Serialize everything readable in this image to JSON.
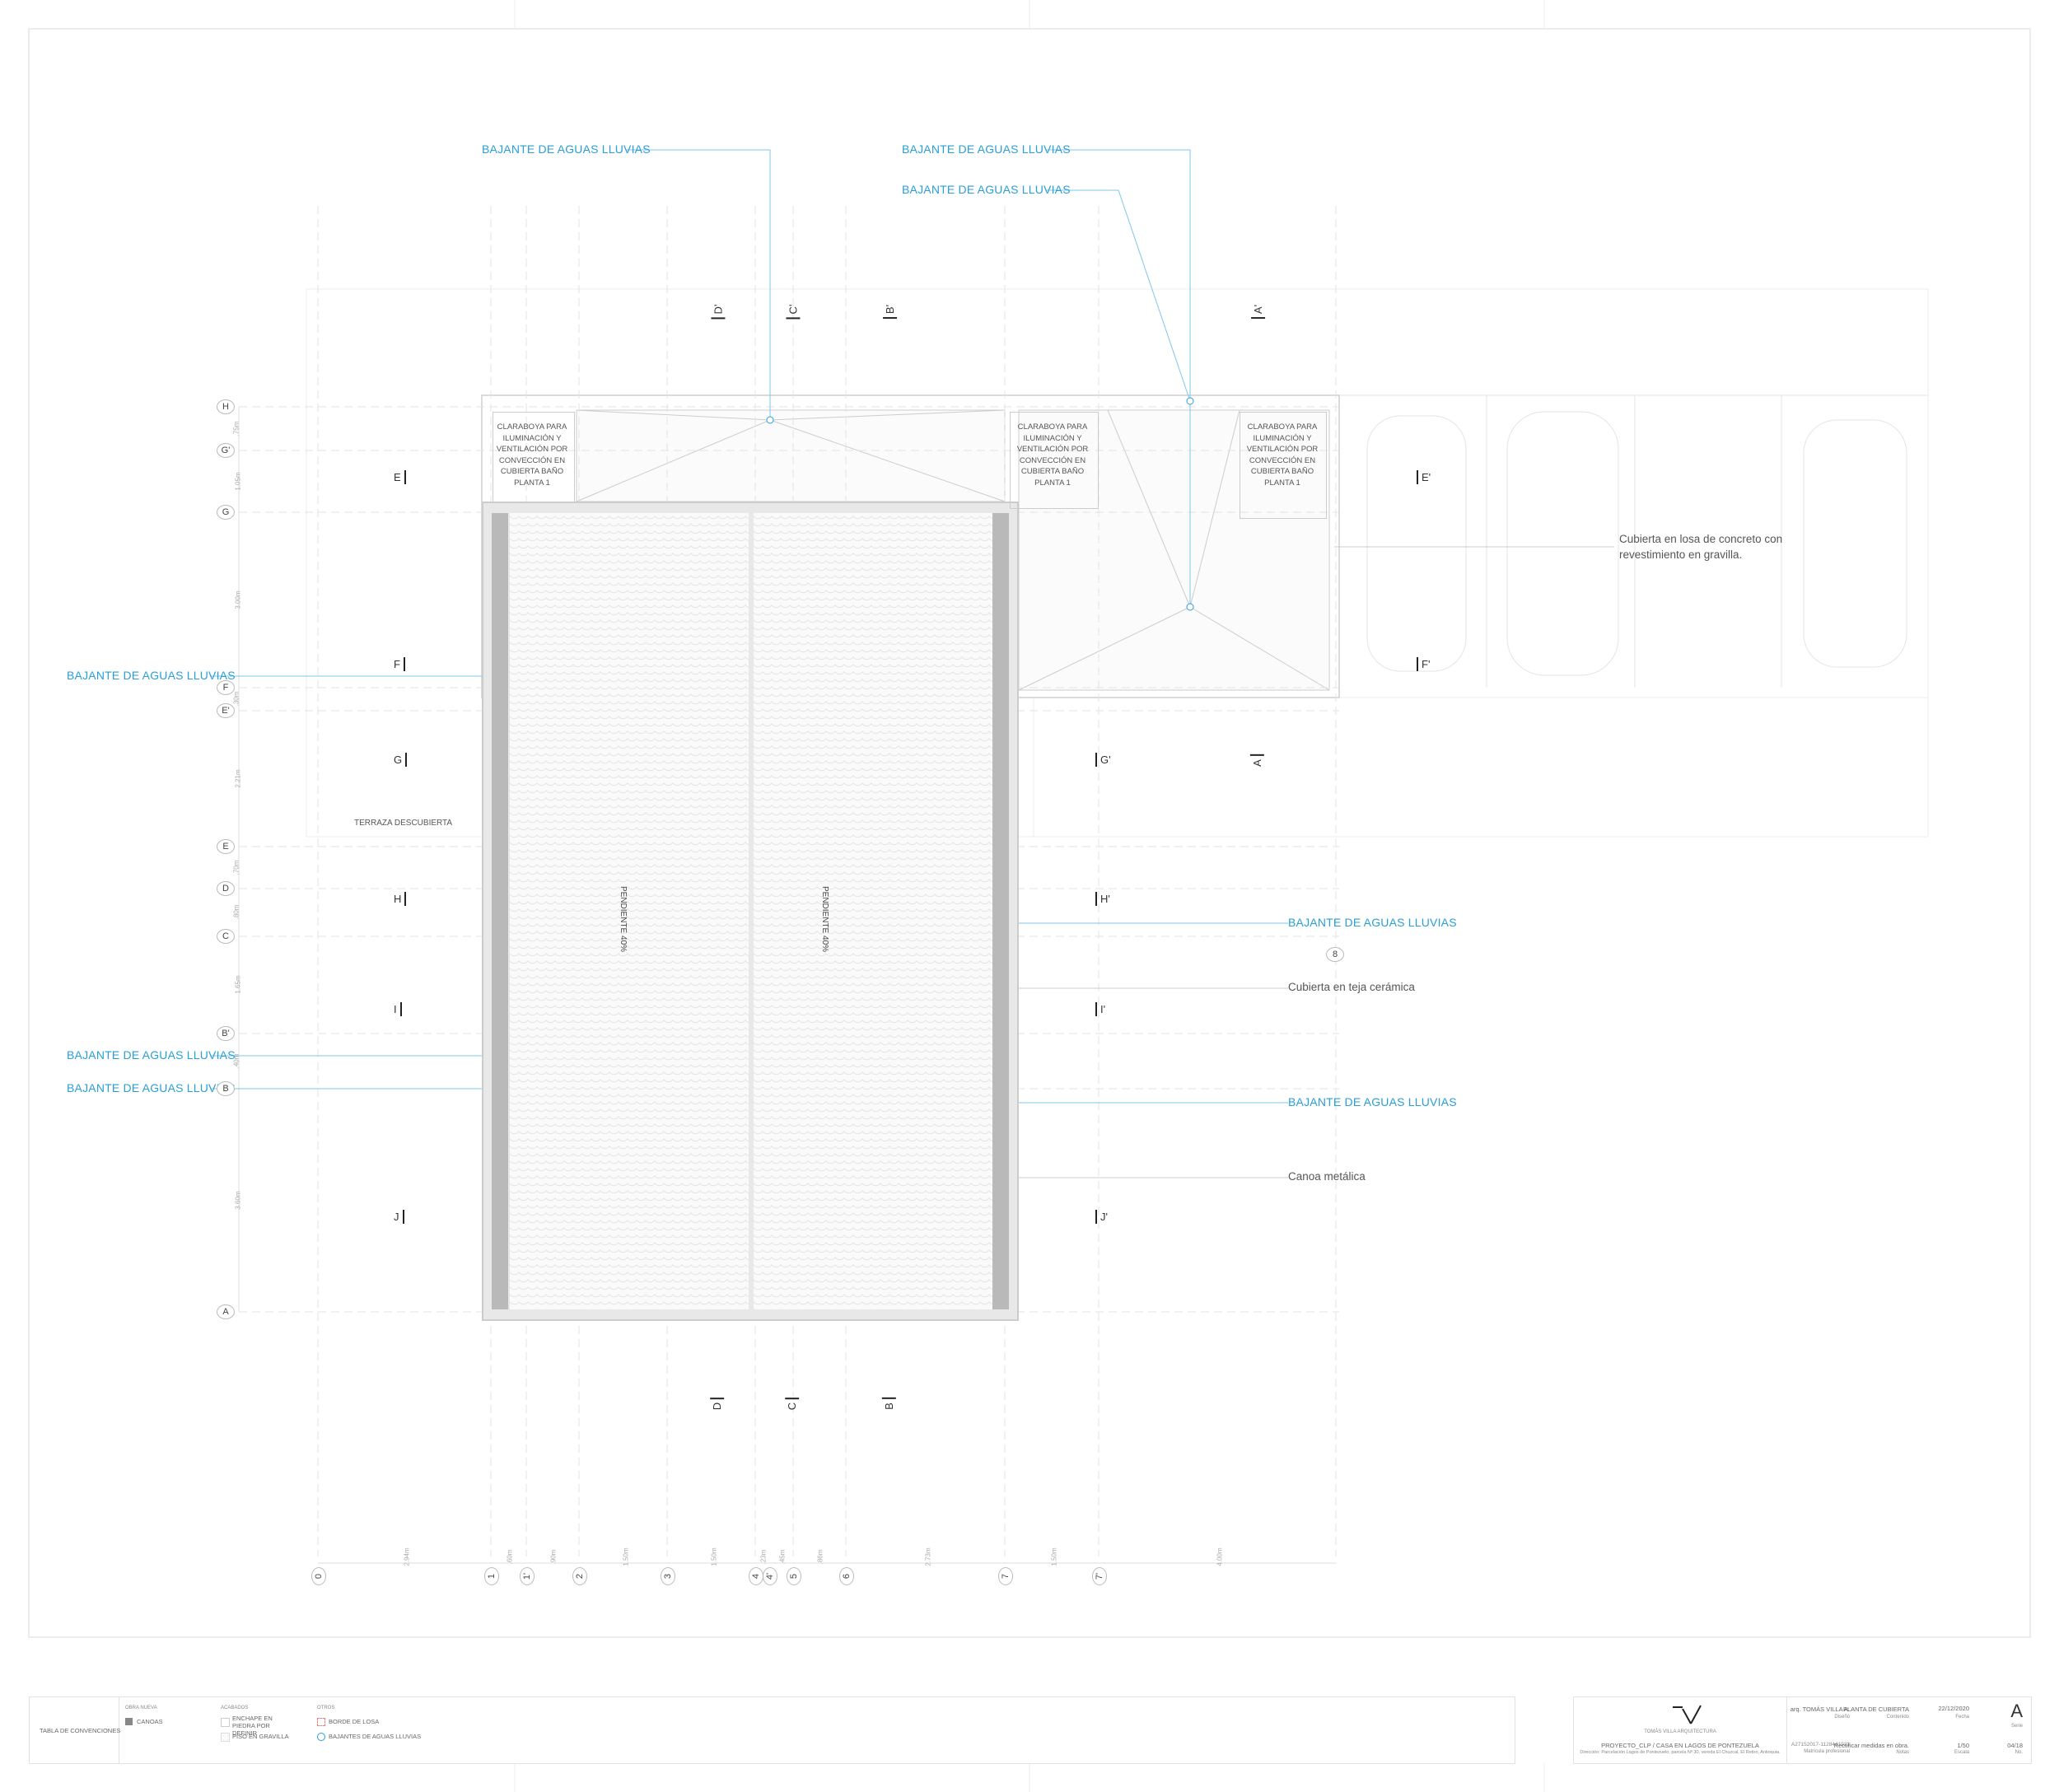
{
  "callouts": {
    "downspout": "BAJANTE DE AGUAS LLUVIAS",
    "concrete_roof": "Cubierta en losa de concreto con revestimiento en gravilla.",
    "ceramic_roof": "Cubierta en teja cerámica",
    "gutter": "Canoa metálica",
    "terrace": "TERRAZA DESCUBIERTA",
    "skylight": "CLARABOYA PARA ILUMINACIÓN Y VENTILACIÓN POR CONVECCIÓN EN CUBIERTA BAÑO PLANTA 1",
    "slope_left": "PENDIENTE 40%",
    "slope_right": "PENDIENTE 40%",
    "marker_8": "8"
  },
  "grid_rows": [
    {
      "label": "H",
      "dim_after": ".75m"
    },
    {
      "label": "G'",
      "dim_after": "1.05m"
    },
    {
      "label": "G",
      "dim_after": "3.00m"
    },
    {
      "label": "F",
      "dim_after": ".30m"
    },
    {
      "label": "E'",
      "dim_after": "2.21m"
    },
    {
      "label": "E",
      "dim_after": ".70m"
    },
    {
      "label": "D",
      "dim_after": ".80m"
    },
    {
      "label": "C",
      "dim_after": "1.65m"
    },
    {
      "label": "B'",
      "dim_after": ".40m"
    },
    {
      "label": "B",
      "dim_after": "3.60m"
    },
    {
      "label": "A",
      "dim_after": ""
    }
  ],
  "grid_cols": [
    {
      "label": "0",
      "dim_after": "2.94m"
    },
    {
      "label": "1",
      "dim_after": ".60m"
    },
    {
      "label": "1'",
      "dim_after": ".90m"
    },
    {
      "label": "2",
      "dim_after": "1.50m"
    },
    {
      "label": "3",
      "dim_after": "1.50m"
    },
    {
      "label": "4",
      "dim_after": ".23m"
    },
    {
      "label": "4'",
      "dim_after": ".45m"
    },
    {
      "label": "5",
      "dim_after": ".86m"
    },
    {
      "label": "6",
      "dim_after": "2.73m"
    },
    {
      "label": "7",
      "dim_after": "1.50m"
    },
    {
      "label": "7'",
      "dim_after": "4.00m"
    }
  ],
  "sections": {
    "top": [
      "D'",
      "C'",
      "B'",
      "A'"
    ],
    "bottom": [
      "D",
      "C",
      "B"
    ],
    "a": "A",
    "left": [
      "E",
      "F",
      "G",
      "H",
      "I",
      "J"
    ],
    "right": [
      "E'",
      "F'",
      "G'",
      "H'",
      "I'",
      "J'"
    ]
  },
  "legend": {
    "title": "TABLA DE CONVENCIONES",
    "groups": [
      {
        "heading": "OBRA NUEVA",
        "items": [
          "CANOAS"
        ]
      },
      {
        "heading": "ACABADOS",
        "items": [
          "ENCHAPE EN PIEDRA POR DEFINIR",
          "PISO EN GRAVILLA"
        ]
      },
      {
        "heading": "OTROS",
        "items": [
          "BORDE DE LOSA",
          "BAJANTES DE AGUAS LLUVIAS"
        ]
      }
    ]
  },
  "title_block": {
    "studio": "TOMÁS VILLA ARQUITECTURA",
    "project": "PROYECTO_CLP / CASA EN LAGOS DE PONTEZUELA",
    "address": "Dirección: Parcelación Lagos de Pontezuelo, parcela Nº 30, vereda El Chuzcal, El Retiro, Antioquia.",
    "designer": "arq. TOMÁS VILLA A.",
    "designer_label": "Diseñó",
    "content": "PLANTA DE CUBIERTA",
    "content_label": "Contenido",
    "date": "22/12/2020",
    "date_label": "Fecha",
    "series": "A",
    "series_label": "Serie",
    "license": "A27152017-1128441921",
    "license_label": "Matrícula profesional",
    "notes": "Rectificar medidas en obra.",
    "notes_label": "Notas",
    "scale": "1/50",
    "scale_label": "Escala",
    "sheet": "04/18",
    "sheet_label": "No."
  },
  "colors": {
    "downspout": "#2a9fd6",
    "slab_edge": "#f08080",
    "gutter": "#b9b9b9"
  }
}
